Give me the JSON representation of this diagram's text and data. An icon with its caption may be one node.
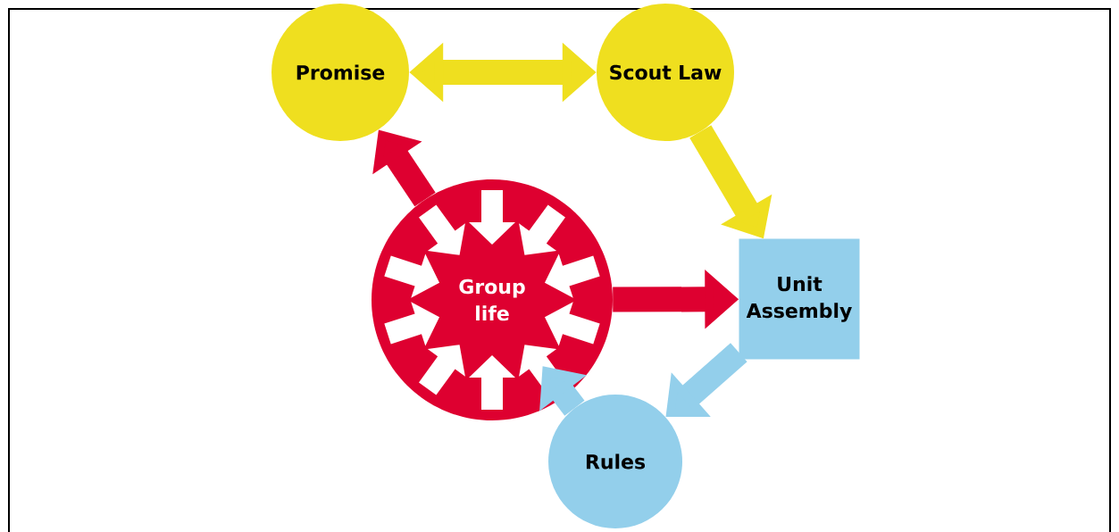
{
  "diagram": {
    "nodes": [
      {
        "text": [
          "Promise"
        ]
      },
      {
        "text": [
          "Scout Law"
        ]
      },
      {
        "text": [
          "Group life"
        ]
      },
      {
        "text": [
          "Unit Assembly"
        ]
      },
      {
        "text": [
          "Rules"
        ]
      }
    ],
    "edges": [
      {
        "from": 0,
        "to": 1,
        "arrow": "both",
        "color": "#efdf1f"
      },
      {
        "from": 1,
        "to": 3,
        "arrow": "to",
        "color": "#efdf1f"
      },
      {
        "from": 2,
        "to": 0,
        "arrow": "to",
        "color": "#de0030"
      },
      {
        "from": 2,
        "to": 3,
        "arrow": "to",
        "color": "#de0030"
      },
      {
        "from": 3,
        "to": 4,
        "arrow": "to",
        "color": "#93cfeb"
      },
      {
        "from": 4,
        "to": 2,
        "arrow": "to",
        "color": "#93cfeb"
      }
    ]
  }
}
